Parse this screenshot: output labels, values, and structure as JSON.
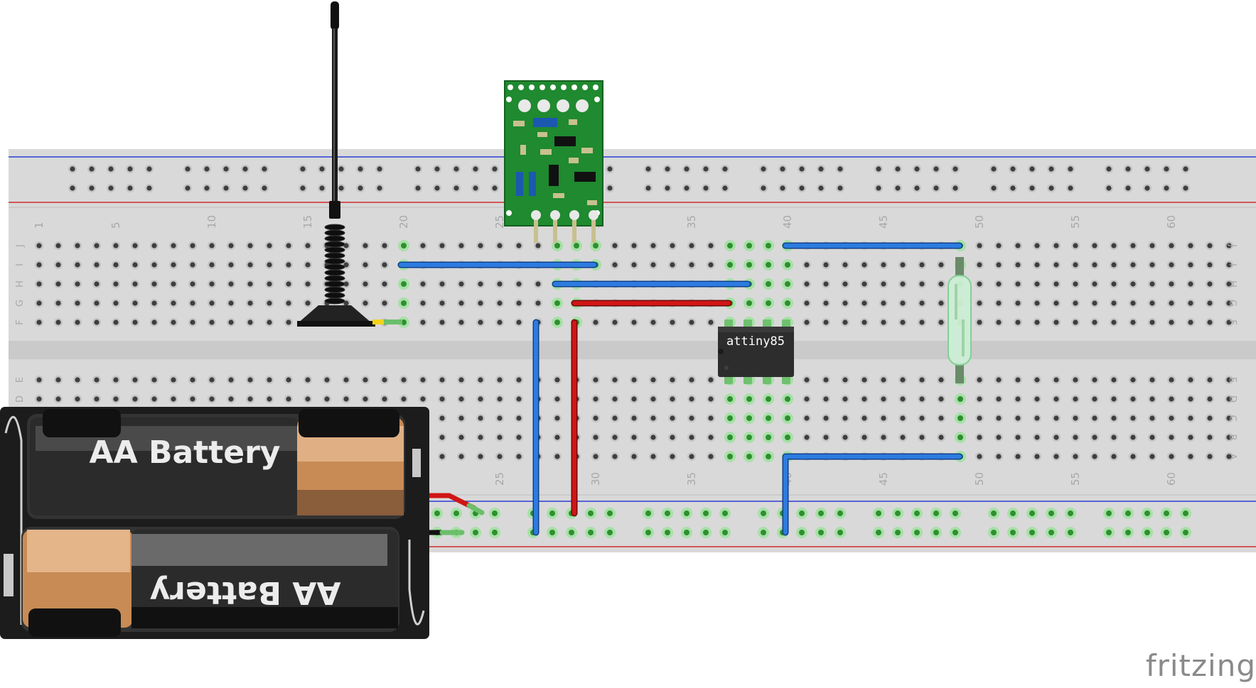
{
  "breadboard": {
    "column_labels": [
      "1",
      "5",
      "10",
      "15",
      "20",
      "25",
      "30",
      "35",
      "40",
      "45",
      "50",
      "55",
      "60"
    ],
    "row_labels_top": [
      "J",
      "I",
      "H",
      "G",
      "F"
    ],
    "row_labels_bottom": [
      "E",
      "D",
      "C",
      "B",
      "A"
    ]
  },
  "chip": {
    "label": "attiny85"
  },
  "battery": {
    "label_top": "AA Battery",
    "label_bottom": "AA Battery"
  },
  "brand": {
    "name": "fritzing"
  },
  "colors": {
    "wire_blue": "#1f6fd6",
    "wire_red": "#d11515",
    "breadboard": "#dcdcdc",
    "rail_blue": "#2b3fd6",
    "rail_red": "#d12b2b",
    "pcb_green": "#1e8a2e",
    "highlight_green": "#7fd17f"
  },
  "icons": {
    "antenna": "antenna-icon",
    "rf_module": "rf-module-icon",
    "reed_switch": "reed-switch-icon"
  }
}
